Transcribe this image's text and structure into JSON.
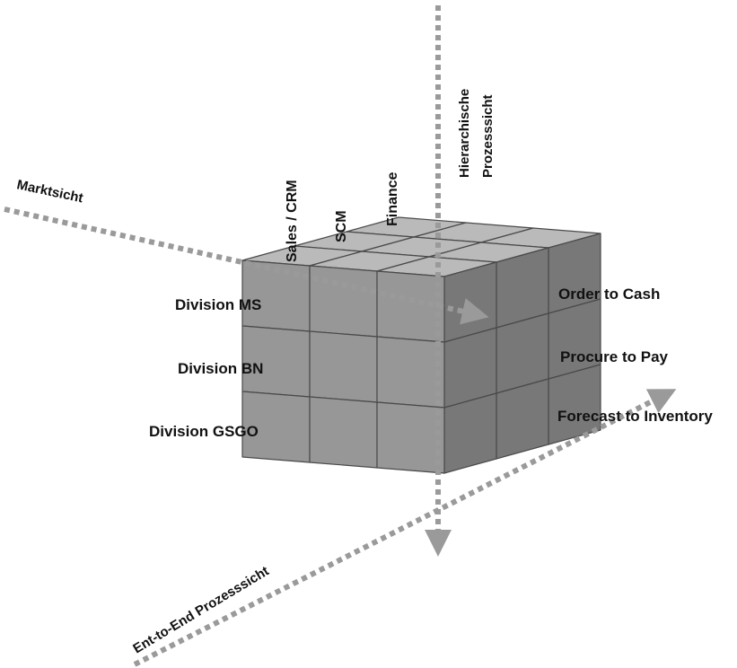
{
  "axes": {
    "market": "Marktsicht",
    "hierarchical_line1": "Hierarchische",
    "hierarchical_line2": "Prozesssicht",
    "end_to_end": "Ent-to-End  Prozesssicht"
  },
  "columns": [
    "Sales / CRM",
    "SCM",
    "Finance"
  ],
  "divisions": [
    "Division  MS",
    "Division  BN",
    "Division  GSGO"
  ],
  "processes": [
    "Order to Cash",
    "Procure to Pay",
    "Forecast to Inventory"
  ],
  "colors": {
    "cube_front": "#8e8e8e",
    "cube_side": "#6c6c6c",
    "cube_top": "#b4b4b4",
    "edge": "#4a4a4a",
    "axis_line": "#9a9a9a",
    "text": "#111111"
  }
}
